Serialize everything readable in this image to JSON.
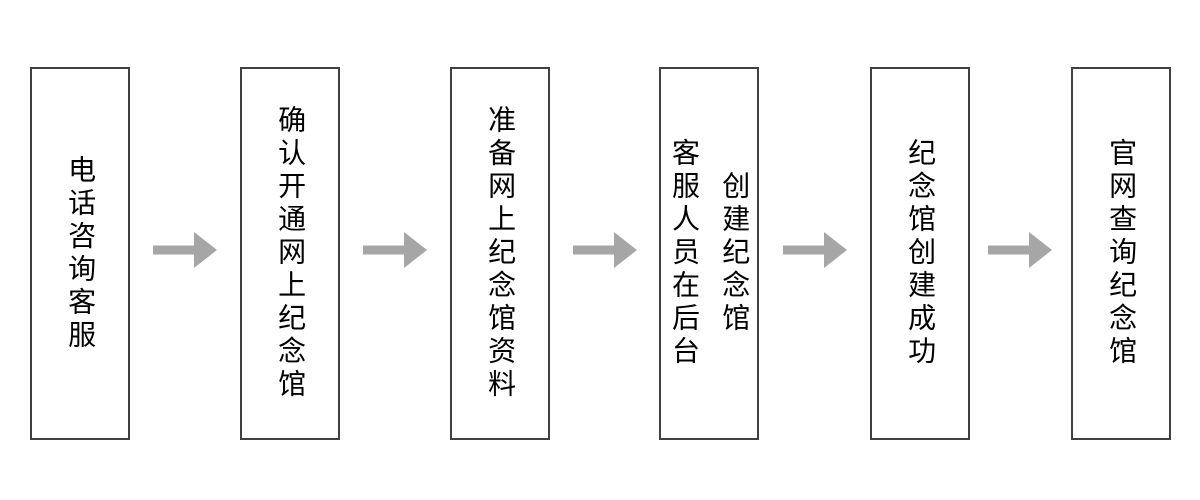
{
  "diagram": {
    "type": "flowchart",
    "direction": "left-to-right",
    "connector": "arrow-right",
    "steps": [
      {
        "text": "电话咨询客服"
      },
      {
        "text": "确认开通网上纪念馆"
      },
      {
        "text": "准备网上纪念馆资料"
      },
      {
        "col_left": "客服人员在后台",
        "col_right": "创建纪念馆"
      },
      {
        "text": "纪念馆创建成功"
      },
      {
        "text": "官网查询纪念馆"
      }
    ],
    "colors": {
      "background": "#ffffff",
      "box_fill": "#ffffff",
      "box_border": "#404040",
      "text": "#000000",
      "arrow": "#a6a6a6"
    }
  }
}
